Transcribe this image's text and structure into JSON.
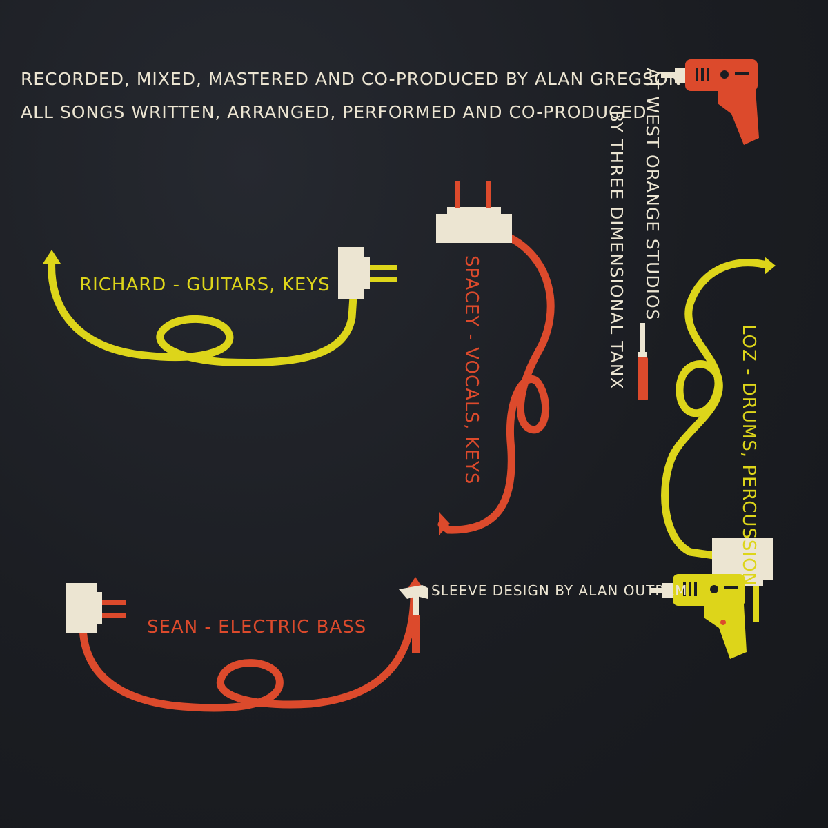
{
  "credits": {
    "line1": "RECORDED, MIXED, MASTERED AND CO-PRODUCED BY ALAN GREGSON",
    "line2": "ALL SONGS WRITTEN, ARRANGED, PERFORMED AND CO-PRODUCED",
    "vertical1": "AT WEST ORANGE STUDIOS",
    "vertical2": "BY THREE DIMENSIONAL TANX",
    "sleeve": "SLEEVE DESIGN BY ALAN OUTRAM"
  },
  "members": {
    "richard": "RICHARD - GUITARS, KEYS",
    "spacey": "SPACEY - VOCALS, KEYS",
    "loz": "LOZ - DRUMS, PERCUSSION",
    "sean": "SEAN - ELECTRIC BASS"
  },
  "icons": {
    "drill_top": "drill-icon",
    "drill_bottom": "drill-icon",
    "screwdriver": "screwdriver-icon",
    "hammer": "hammer-icon",
    "plugs": "plug-icon"
  },
  "colors": {
    "background": "#1b1d22",
    "cream": "#ece5d2",
    "yellow": "#ddd51a",
    "red": "#dc4a2c"
  }
}
